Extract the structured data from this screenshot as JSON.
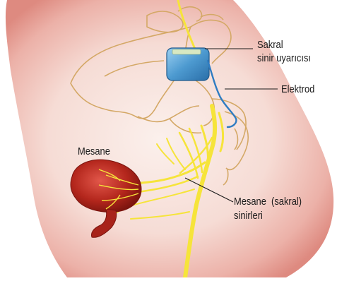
{
  "labels": {
    "stimulator": [
      "Sakral",
      "sinir uyarıcısı"
    ],
    "electrode": "Elektrod",
    "bladder": "Mesane",
    "nerves": [
      "Mesane  (sakral)",
      "sinirleri"
    ]
  },
  "colors": {
    "skin_edge": "#e7a39b",
    "skin_core": "#f6e0da",
    "bone_line": "#d4a866",
    "nerve": "#f6e43a",
    "device": "#4d9ad0",
    "lead": "#2f7cc2",
    "bladder": "#b3261c"
  }
}
